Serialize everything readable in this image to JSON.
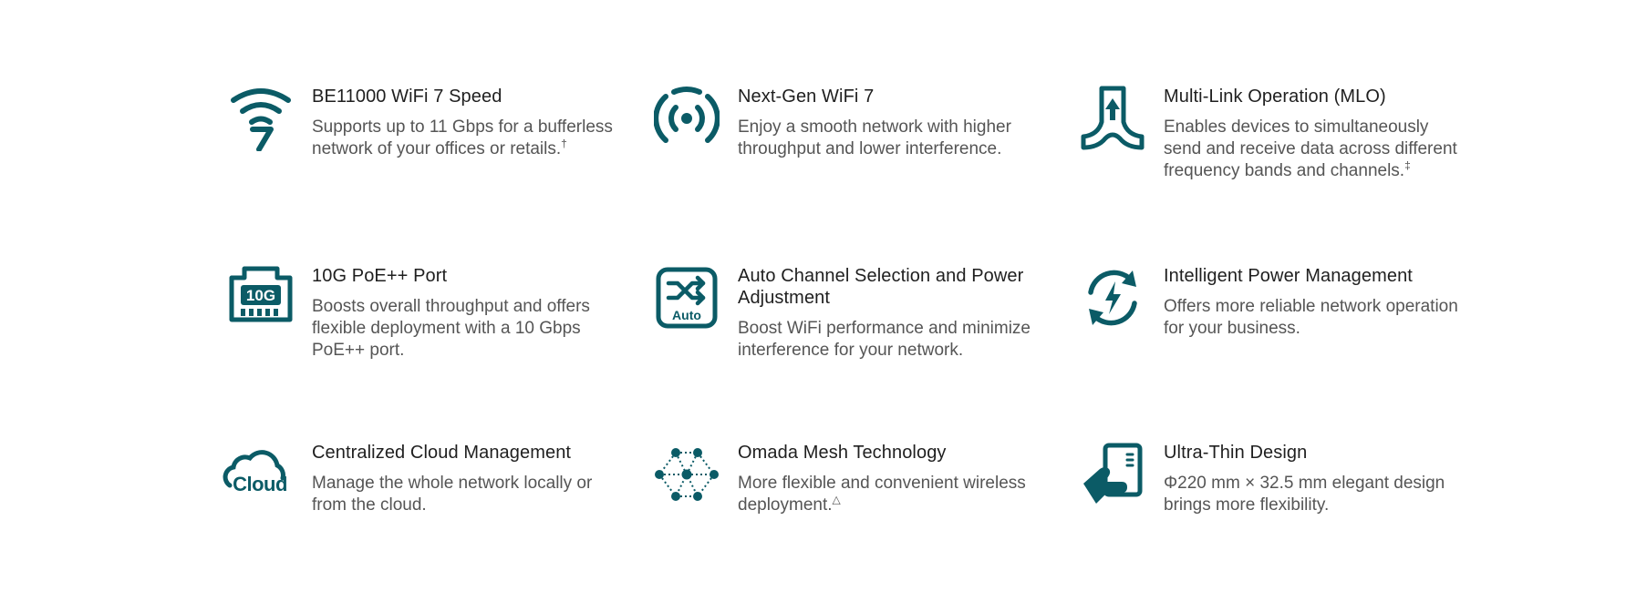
{
  "features": [
    {
      "icon": "wifi7-icon",
      "title": "BE11000 WiFi 7 Speed",
      "desc": "Supports up to 11 Gbps for a bufferless network of your offices or retails.",
      "mark": "†"
    },
    {
      "icon": "wireless-signal-icon",
      "title": "Next-Gen WiFi 7",
      "desc": "Enjoy a smooth network with higher throughput and lower interference.",
      "mark": ""
    },
    {
      "icon": "multi-link-icon",
      "title": "Multi-Link Operation (MLO)",
      "desc": "Enables devices to simultaneously send and receive data across different frequency bands and channels.",
      "mark": "‡"
    },
    {
      "icon": "ethernet-port-10g-icon",
      "icon_label": "10G",
      "title": "10G PoE++ Port",
      "desc": "Boosts overall throughput and offers flexible deployment with a 10 Gbps PoE++ port.",
      "mark": ""
    },
    {
      "icon": "auto-channel-icon",
      "icon_label": "Auto",
      "title": "Auto Channel Selection and Power Adjustment",
      "desc": "Boost WiFi performance and minimize interference for your network.",
      "mark": ""
    },
    {
      "icon": "power-cycle-icon",
      "title": "Intelligent Power Management",
      "desc": "Offers more reliable network operation for your business.",
      "mark": ""
    },
    {
      "icon": "cloud-icon",
      "icon_label": "Cloud",
      "title": "Centralized Cloud Management",
      "desc": "Manage the whole network locally or from the cloud.",
      "mark": ""
    },
    {
      "icon": "mesh-network-icon",
      "title": "Omada Mesh Technology",
      "desc": "More flexible and convenient wireless deployment.",
      "mark": "△"
    },
    {
      "icon": "ultra-thin-device-icon",
      "title": "Ultra-Thin Design",
      "desc": "Φ220 mm × 32.5 mm elegant design brings more flexibility.",
      "mark": ""
    }
  ],
  "colors": {
    "icon": "#0b5b66",
    "title": "#1f1f1f",
    "text": "#555555"
  }
}
